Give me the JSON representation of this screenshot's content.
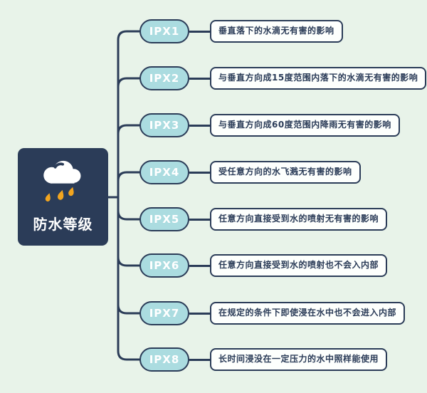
{
  "diagram": {
    "type": "mindmap",
    "root": {
      "label": "防水等级",
      "icon": "rain-cloud-icon"
    },
    "branches": [
      {
        "level": "IPX1",
        "description": "垂直落下的水滴无有害的影响"
      },
      {
        "level": "IPX2",
        "description": "与垂直方向成15度范围内落下的水滴无有害的影响"
      },
      {
        "level": "IPX3",
        "description": "与垂直方向成60度范围内降雨无有害的影响"
      },
      {
        "level": "IPX4",
        "description": "受任意方向的水飞溅无有害的影响"
      },
      {
        "level": "IPX5",
        "description": "任意方向直接受到水的喷射无有害的影响"
      },
      {
        "level": "IPX6",
        "description": "任意方向直接受到水的喷射也不会入内部"
      },
      {
        "level": "IPX7",
        "description": "在规定的条件下即使浸在水中也不会进入内部"
      },
      {
        "level": "IPX8",
        "description": "长时间浸没在一定压力的水中照样能使用"
      }
    ]
  },
  "colors": {
    "bg": "#e8f3e9",
    "navy": "#2b3c58",
    "teal": "#abdce0",
    "paper": "#fdfffd",
    "amber": "#f2a51f",
    "white": "#ffffff"
  }
}
